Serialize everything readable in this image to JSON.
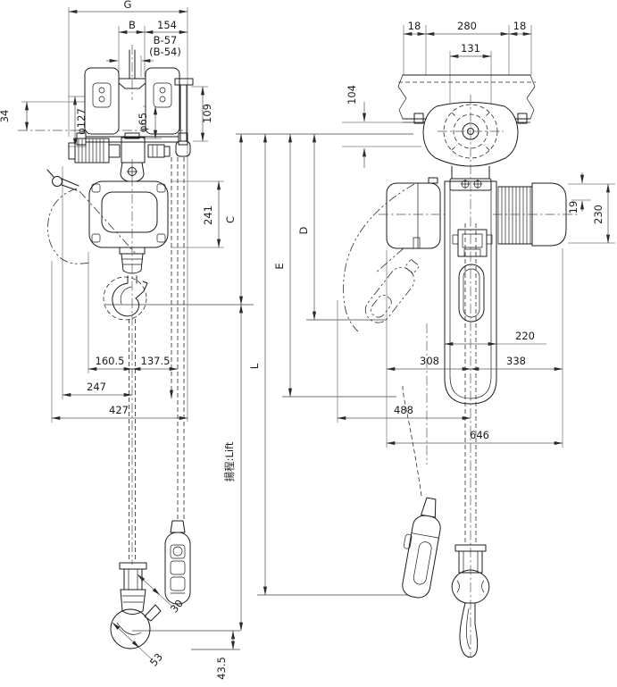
{
  "drawing": {
    "front_view": {
      "g": "G",
      "b": "B",
      "n154": "154",
      "b57": "B-57",
      "b54": "(B-54)",
      "n34": "34",
      "phi127": "φ127",
      "phi65": "φ65",
      "n109": "109",
      "n241": "241",
      "c": "C",
      "n160_5": "160.5",
      "n137_5": "137.5",
      "n247": "247",
      "n427": "427",
      "n30": "30",
      "n53": "53",
      "n43_5": "43.5",
      "lift": "揚程:Lift",
      "l": "L"
    },
    "side_view": {
      "n18l": "18",
      "n280": "280",
      "n18r": "18",
      "n131": "131",
      "n104": "104",
      "n19": "19",
      "n230": "230",
      "d": "D",
      "e": "E",
      "n220": "220",
      "n308": "308",
      "n338": "338",
      "n488": "488",
      "n646": "646"
    },
    "colors": {
      "line": "#1c1c1c",
      "dim": "#5a5a5a"
    }
  }
}
